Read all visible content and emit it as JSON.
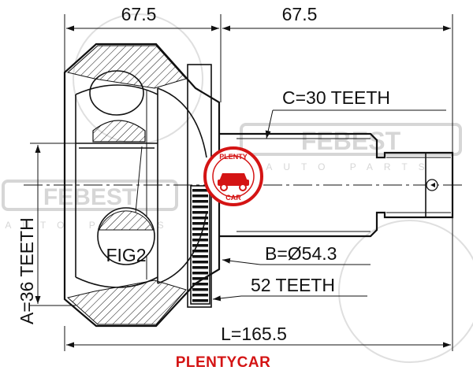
{
  "dimensions": {
    "top_left": "67.5",
    "top_right": "67.5",
    "spline_c": "C=30 TEETH",
    "spline_a": "A=36 TEETH",
    "diameter_b": "B=Ø54.3",
    "abs_teeth": "52 TEETH",
    "length": "L=165.5",
    "figure": "FIG2"
  },
  "brand": {
    "footer": "PLENTYCAR",
    "stamp_top": "PLENTY",
    "stamp_bottom": "CAR",
    "color": "#d41414"
  },
  "watermark": {
    "logo": "FEBEST",
    "tagline": "AUTO PARTS"
  }
}
